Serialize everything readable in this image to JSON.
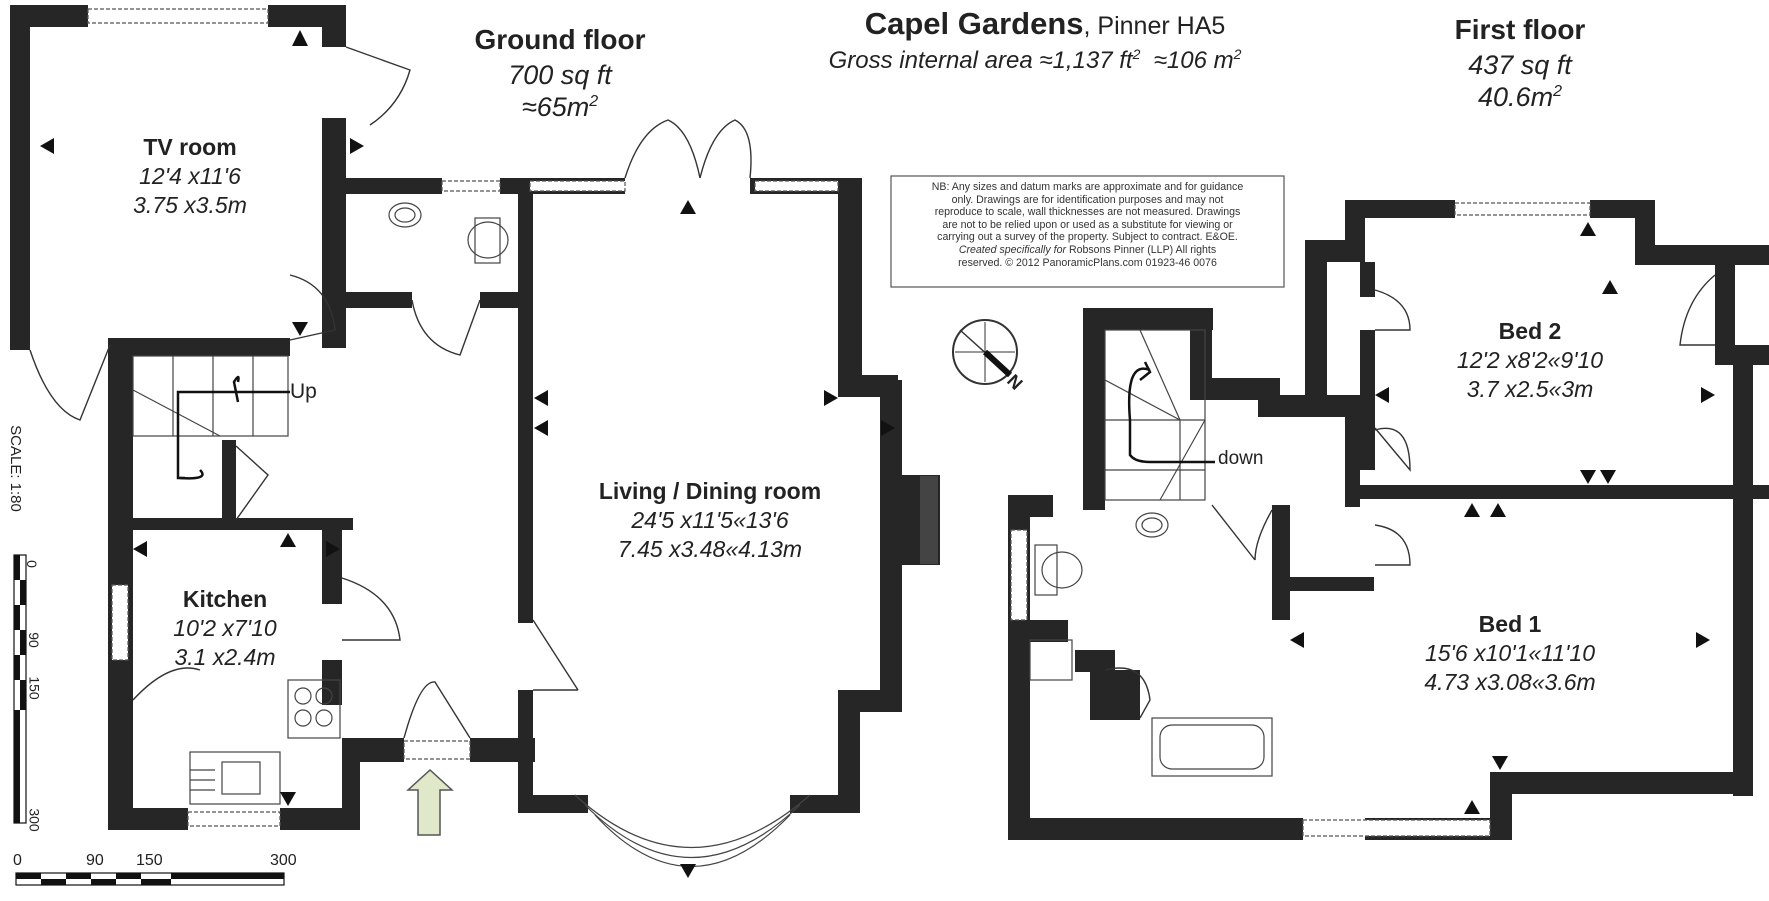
{
  "header": {
    "property_name": "Capel Gardens",
    "property_location": ", Pinner HA5",
    "area_label": "Gross internal area ≈1,137 ft",
    "area_sup1": "2",
    "area_m": "≈106 m",
    "area_sup2": "2"
  },
  "ground_floor": {
    "title": "Ground floor",
    "sqft": "700 sq ft",
    "sqm": "≈65m",
    "sqm_sup": "2"
  },
  "first_floor": {
    "title": "First floor",
    "sqft": "437 sq ft",
    "sqm": "40.6m",
    "sqm_sup": "2"
  },
  "rooms": {
    "tv_room": {
      "name": "TV room",
      "imperial": "12'4 x11'6",
      "metric": "3.75 x3.5m"
    },
    "living": {
      "name": "Living / Dining room",
      "imperial": "24'5 x11'5«13'6",
      "metric": "7.45 x3.48«4.13m"
    },
    "kitchen": {
      "name": "Kitchen",
      "imperial": "10'2 x7'10",
      "metric": "3.1 x2.4m"
    },
    "bed2": {
      "name": "Bed 2",
      "imperial": "12'2 x8'2«9'10",
      "metric": "3.7 x2.5«3m"
    },
    "bed1": {
      "name": "Bed 1",
      "imperial": "15'6 x10'1«11'10",
      "metric": "4.73 x3.08«3.6m"
    }
  },
  "stairs": {
    "up_label": "Up",
    "down_label": "down"
  },
  "compass": {
    "label": "N"
  },
  "disclaimer": {
    "line1": "NB: Any sizes and datum marks are approximate and for guidance",
    "line2": "only. Drawings are for identification purposes and may not",
    "line3": "reproduce to scale, wall thicknesses are not measured. Drawings",
    "line4": "are not to be relied upon or used as a substitute for viewing or",
    "line5": "carrying out a survey of the property. Subject to contract.  E&OE.",
    "line6_italic": "Created specifically for",
    "line6_rest": " Robsons Pinner (LLP)      All rights",
    "line7": "reserved.  © 2012 PanoramicPlans.com    01923-46 0076"
  },
  "scale": {
    "label": "SCALE:  1:80",
    "vertical_ticks": [
      "0",
      "90",
      "150",
      "300"
    ],
    "horizontal_ticks": [
      "0",
      "90",
      "150",
      "300"
    ]
  },
  "colors": {
    "wall": "#262626",
    "background": "#ffffff",
    "entrance_arrow": "#dfe8c8"
  }
}
